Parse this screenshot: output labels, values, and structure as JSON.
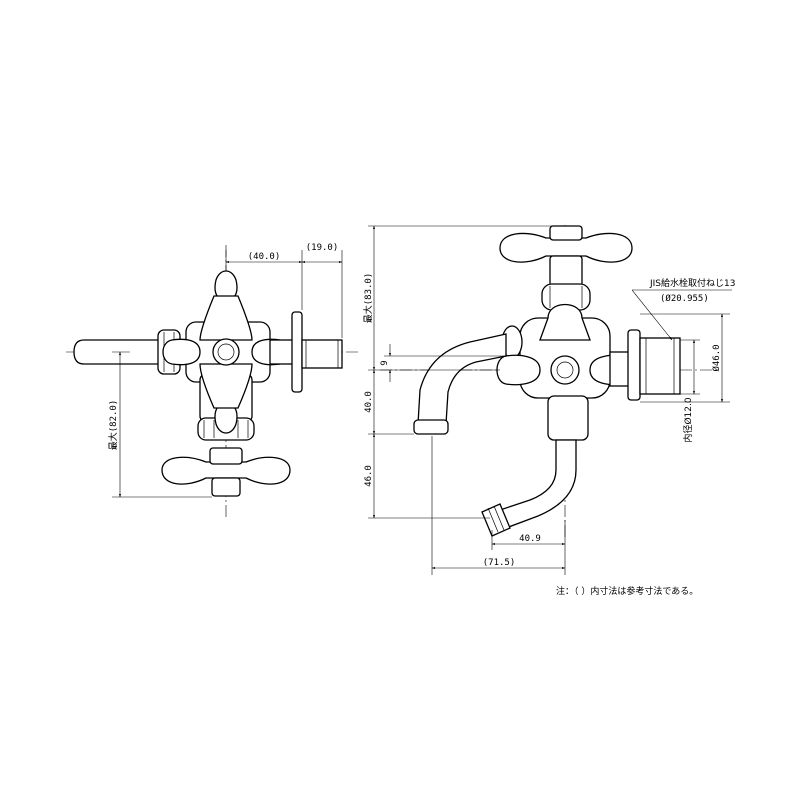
{
  "dimensions": {
    "left_width_40": "(40.0)",
    "left_width_19": "(19.0)",
    "left_max_82": "最大(82.0)",
    "right_max_83": "最大(83.0)",
    "right_small_9": "9",
    "right_40": "40.0",
    "right_46_vert": "46.0",
    "right_40_9": "40.9",
    "right_71_5": "(71.5)",
    "right_dia_46": "Ø46.0",
    "right_inner_12": "内径Ø12.0"
  },
  "labels": {
    "jis_thread": "JIS給水栓取付ねじ13",
    "jis_thread_dia": "(Ø20.955)"
  },
  "note": "注：（ ）内寸法は参考寸法である。",
  "colors": {
    "line": "#000000",
    "background": "#ffffff"
  }
}
